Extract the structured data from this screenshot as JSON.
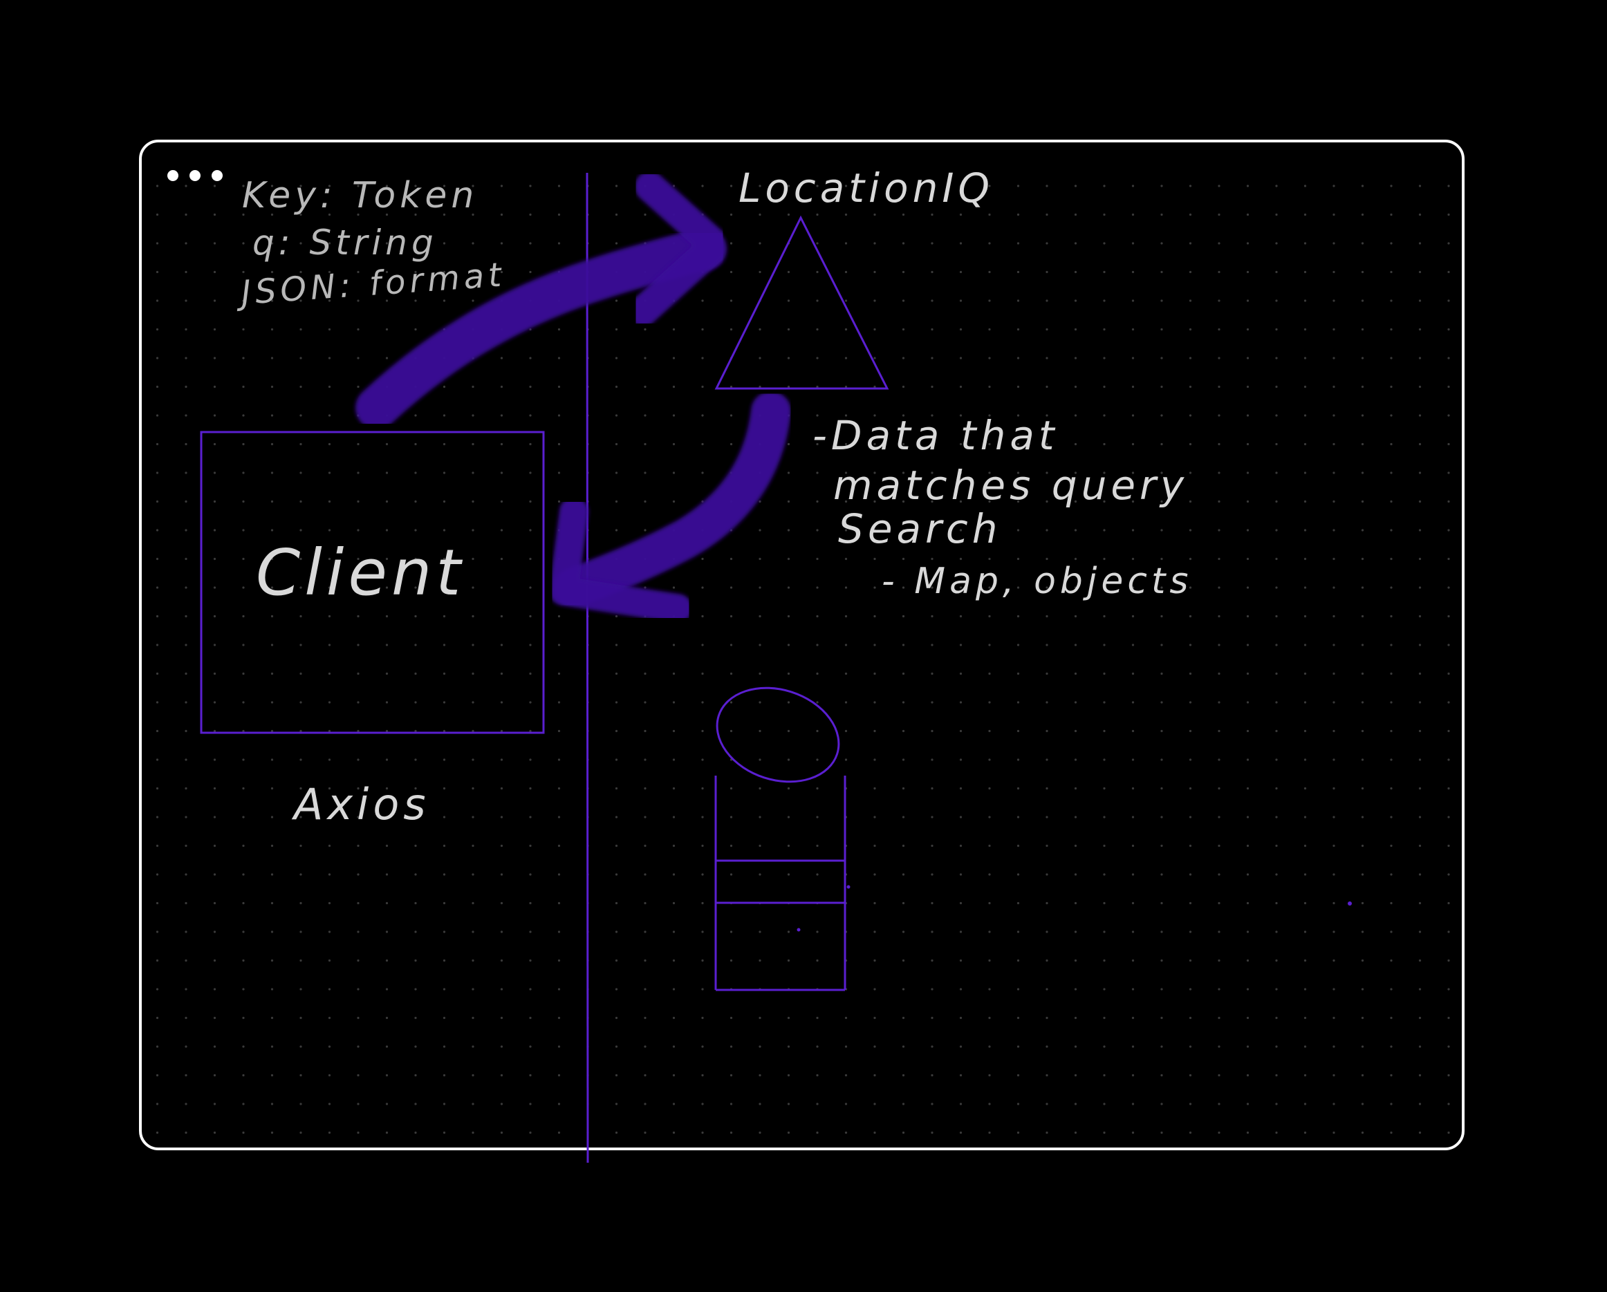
{
  "window": {
    "frame_color": "#ffffff",
    "traffic_lights": [
      "dot",
      "dot",
      "dot"
    ]
  },
  "colors": {
    "background": "#000000",
    "accent": "#4a11b8",
    "stroke": "#5a1fd0",
    "grid_dot": "#3a3a3a",
    "ink": "#d9d9d9"
  },
  "notes": {
    "params_line1": "Key: Token",
    "params_line2": "q:  String",
    "params_line3": "JSON: format",
    "service_label": "LocationIQ",
    "client_label": "Client",
    "client_lib": "Axios",
    "response_line1": "-Data that",
    "response_line2": "matches query",
    "response_line3": "Search",
    "response_line4": "- Map, objects"
  },
  "icons": {
    "service": "triangle-icon",
    "database": "database-cylinder-icon",
    "request_arrow": "curved-arrow-icon",
    "response_arrow": "curved-arrow-icon"
  }
}
